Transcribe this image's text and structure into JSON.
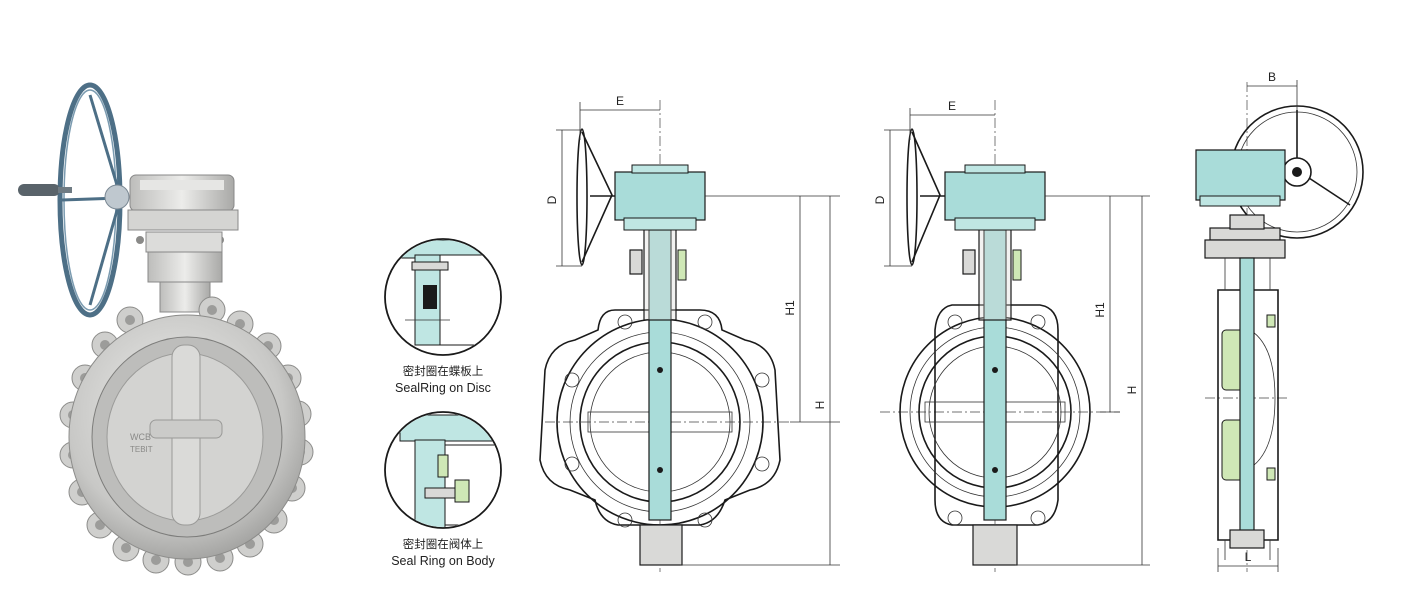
{
  "figure": {
    "background": "#ffffff",
    "accent_color": "#a9dcd9",
    "photo": {
      "cast_marks": [
        "WCB",
        "TEBIT"
      ]
    },
    "details": [
      {
        "caption_zh": "密封圈在蝶板上",
        "caption_en": "SealRing on Disc"
      },
      {
        "caption_zh": "密封圈在阀体上",
        "caption_en": "Seal Ring on Body"
      }
    ],
    "views": [
      {
        "dim_labels": {
          "E": "E",
          "D": "D",
          "H1": "H1",
          "H": "H"
        }
      },
      {
        "dim_labels": {
          "E": "E",
          "D": "D",
          "H1": "H1",
          "H": "H"
        }
      },
      {
        "dim_labels": {
          "B": "B",
          "L": "L"
        }
      }
    ]
  }
}
